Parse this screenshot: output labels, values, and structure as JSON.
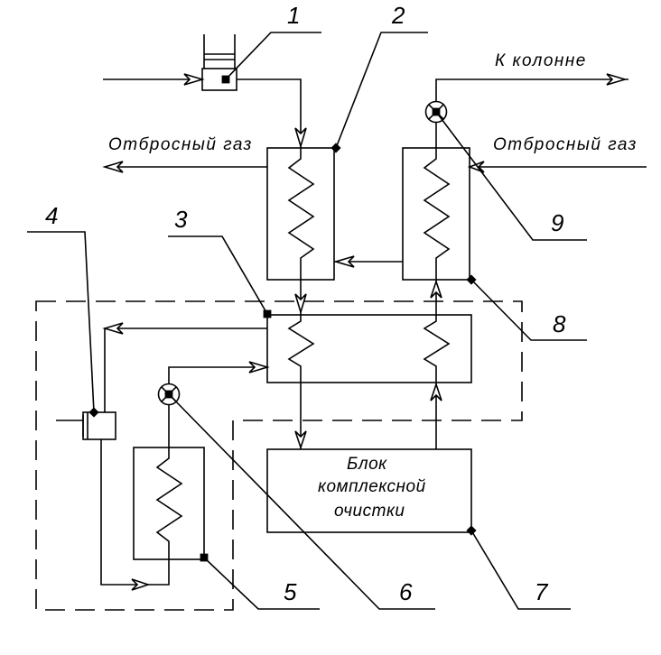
{
  "labels": {
    "to_column": "К колонне",
    "waste_gas_left": "Отбросный газ",
    "waste_gas_right": "Отбросный газ",
    "block_line1": "Блок",
    "block_line2": "комплексной",
    "block_line3": "очистки"
  },
  "numbers": {
    "n1": "1",
    "n2": "2",
    "n3": "3",
    "n4": "4",
    "n5": "5",
    "n6": "6",
    "n7": "7",
    "n8": "8",
    "n9": "9"
  }
}
